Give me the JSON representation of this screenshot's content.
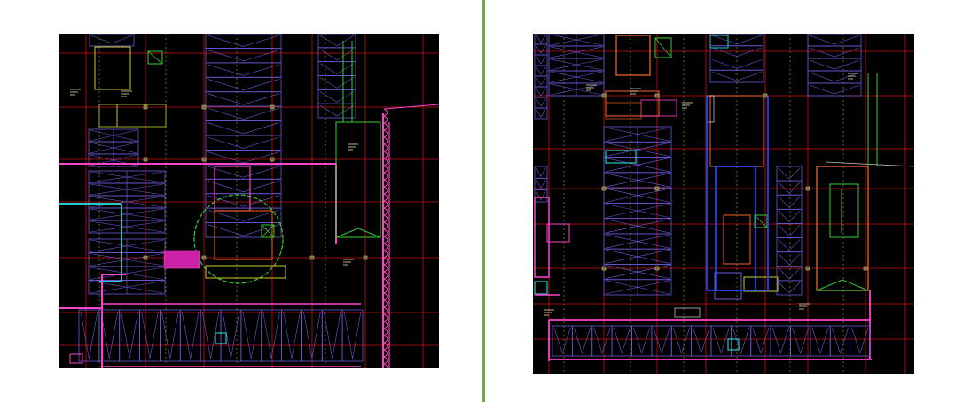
{
  "colors": {
    "background": "#ffffff",
    "divider": "#6aa84f",
    "drawing_bg": "#000000",
    "grid": "#cc1111",
    "parking": "#6a5ad9",
    "wall": "#ff44cc",
    "partition": "#cc5522",
    "core": "#33cc33",
    "cyan": "#22cccc",
    "yellow": "#cccc33",
    "bluewall": "#2244ee"
  },
  "panels": [
    {
      "id": "left",
      "content": "cad-floor-plan",
      "parking_labels": [],
      "room_labels": []
    },
    {
      "id": "right",
      "content": "cad-floor-plan",
      "parking_labels": [],
      "room_labels": []
    }
  ]
}
